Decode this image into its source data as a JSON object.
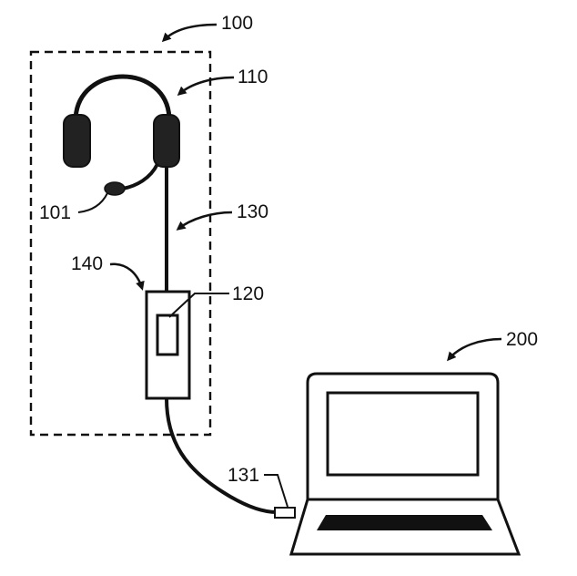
{
  "labels": {
    "system": "100",
    "headset": "110",
    "microphone": "101",
    "cable": "130",
    "control_unit": "140",
    "controller_chip": "120",
    "computer": "200",
    "usb_connector": "131"
  },
  "colors": {
    "ink": "#111111",
    "paper": "#ffffff"
  }
}
